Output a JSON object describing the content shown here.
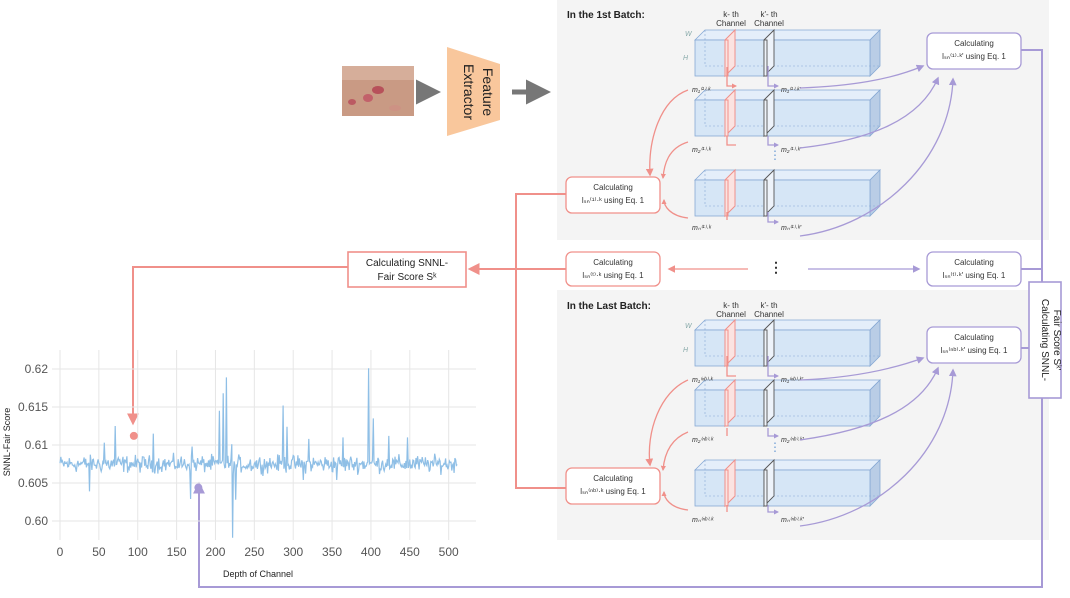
{
  "colors": {
    "red": "#f0908a",
    "purple": "#a79ad6",
    "cube_face": "#d6e6f6",
    "cube_top": "#e4eefa",
    "cube_side": "#b9cde6",
    "cube_edge": "#86a8d4",
    "orange_extractor": "#f9c79c",
    "line_series": "#8fbfe6",
    "panel_bg": "#f4f4f4"
  },
  "extractor": {
    "line1": "Feature",
    "line2": "Extractor"
  },
  "input_image": {
    "icon": "skin-lesion-photo-icon"
  },
  "panels": {
    "first_title": "In the 1st Batch:",
    "last_title": "In the Last Batch:",
    "k_channel_line1": "k- th",
    "k_channel_line2": "Channel",
    "kp_channel_line1": "k'- th",
    "kp_channel_line2": "Channel",
    "w_label": "W",
    "h_label": "H",
    "vdots": "⋮"
  },
  "m_labels": {
    "first": [
      "m₁⁽¹⁾·ᵏ",
      "m₂⁽¹⁾·ᵏ",
      "mₙ⁽¹⁾·ᵏ"
    ],
    "first_prime": [
      "m₁⁽¹⁾·ᵏ'",
      "m₂⁽¹⁾·ᵏ'",
      "mₙ⁽¹⁾·ᵏ'"
    ],
    "last": [
      "m₁⁽ⁿᵇ⁾·ᵏ",
      "m₂⁽ⁿᵇ⁾·ᵏ",
      "mₙ⁽ⁿᵇ⁾·ᵏ"
    ],
    "last_prime": [
      "m₁⁽ⁿᵇ⁾·ᵏ'",
      "m₂⁽ⁿᵇ⁾·ᵏ'",
      "mₙ⁽ⁿᵇ⁾·ᵏ'"
    ]
  },
  "calc_boxes": {
    "title": "Calculating",
    "first_k": "lₛₙ⁽¹⁾·ᵏ using Eq. 1",
    "mid_k": "lₛₙ⁽ᵗ⁾·ᵏ using Eq. 1",
    "last_k": "lₛₙ⁽ⁿᵇ⁾·ᵏ using Eq. 1",
    "first_kp": "lₛₙ⁽¹⁾·ᵏ' using Eq. 1",
    "mid_kp": "lₛₙ⁽ᵗ⁾·ᵏ' using Eq. 1",
    "last_kp": "lₛₙ⁽ⁿᵇ⁾·ᵏ' using Eq. 1",
    "mid_dots": "⋮"
  },
  "score_box": {
    "line1": "Calculating SNNL-",
    "line2": "Fair Score Sᵏ"
  },
  "score_box_prime": {
    "line1": "Calculating SNNL-",
    "line2": "Fair Score Sᵏ'"
  },
  "chart_data": {
    "type": "line",
    "title": "",
    "xlabel": "Depth of Channel",
    "ylabel": "SNNL-Fair Score",
    "xlim": [
      0,
      512
    ],
    "ylim": [
      0.5975,
      0.6225
    ],
    "xticks": [
      0,
      50,
      100,
      150,
      200,
      250,
      300,
      350,
      400,
      450,
      500
    ],
    "yticks": [
      0.6,
      0.605,
      0.61,
      0.615,
      0.62
    ],
    "ytick_labels": [
      "0.60",
      "0.605",
      "0.61",
      "0.615",
      "0.62"
    ],
    "grid": true,
    "n_points": 512,
    "baseline": 0.6075,
    "spikes": [
      [
        57,
        0.6103
      ],
      [
        71,
        0.6125
      ],
      [
        120,
        0.6115
      ],
      [
        170,
        0.6098
      ],
      [
        205,
        0.6145
      ],
      [
        210,
        0.6168
      ],
      [
        214,
        0.6189
      ],
      [
        221,
        0.6101
      ],
      [
        222,
        0.5978
      ],
      [
        240,
        0.6072
      ],
      [
        287,
        0.6152
      ],
      [
        292,
        0.6124
      ],
      [
        320,
        0.6108
      ],
      [
        364,
        0.611
      ],
      [
        397,
        0.6201
      ],
      [
        403,
        0.6135
      ],
      [
        423,
        0.6112
      ],
      [
        447,
        0.611
      ]
    ],
    "dips": [
      [
        38,
        0.6039
      ],
      [
        168,
        0.6029
      ],
      [
        226,
        0.6028
      ],
      [
        313,
        0.6054
      ],
      [
        356,
        0.6054
      ]
    ],
    "highlight_points": [
      {
        "series": "k",
        "x": 95,
        "y": 0.6112
      },
      {
        "series": "k-prime",
        "x": 178,
        "y": 0.6044
      }
    ]
  }
}
